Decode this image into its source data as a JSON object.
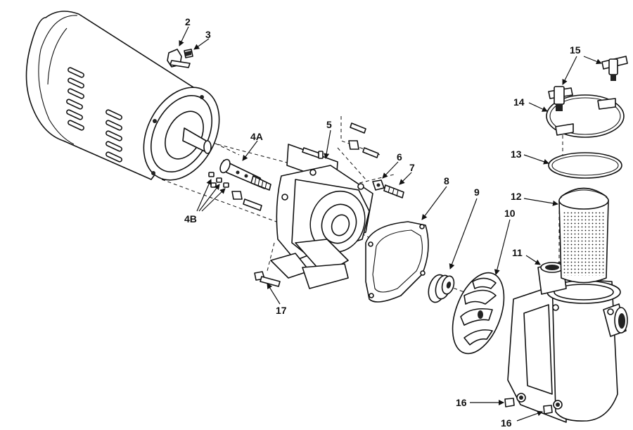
{
  "callouts": {
    "c2": "2",
    "c3": "3",
    "c4a": "4A",
    "c4b": "4B",
    "c5": "5",
    "c6": "6",
    "c7": "7",
    "c8": "8",
    "c9": "9",
    "c10": "10",
    "c11": "11",
    "c12": "12",
    "c13": "13",
    "c14": "14",
    "c15": "15",
    "c16a": "16",
    "c16b": "16",
    "c17": "17"
  },
  "colors": {
    "ink": "#111111",
    "paper": "#ffffff"
  }
}
